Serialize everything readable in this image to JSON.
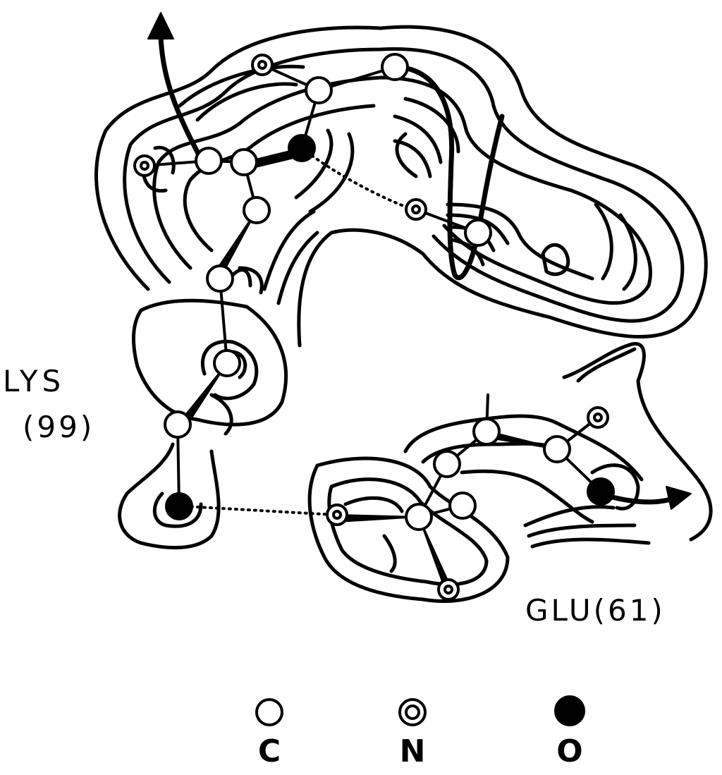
{
  "residues": {
    "lys_name": "LYS",
    "lys_number": "(99)",
    "glu_label": "GLU(61)"
  },
  "legend": {
    "items": [
      {
        "symbol": "open-circle",
        "label": "C"
      },
      {
        "symbol": "double-circle",
        "label": "N"
      },
      {
        "symbol": "filled-circle",
        "label": "O"
      }
    ]
  }
}
